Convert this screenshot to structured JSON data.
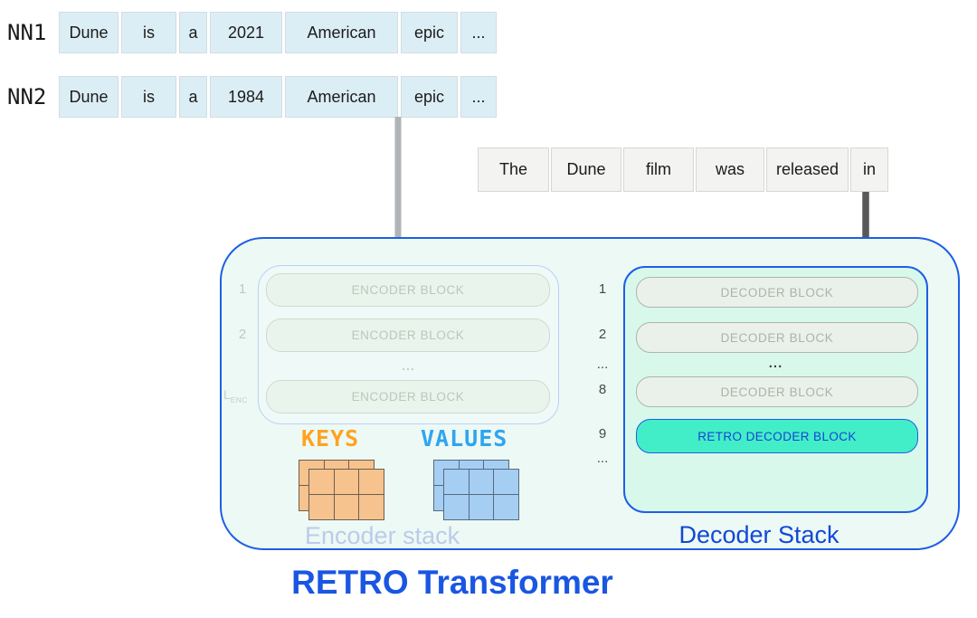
{
  "neighbors": {
    "rows": [
      {
        "label": "NN1",
        "tokens": [
          "Dune",
          "is",
          "a",
          "2021",
          "American",
          "epic",
          "..."
        ]
      },
      {
        "label": "NN2",
        "tokens": [
          "Dune",
          "is",
          "a",
          "1984",
          "American",
          "epic",
          "..."
        ]
      }
    ]
  },
  "query": {
    "tokens": [
      "The",
      "Dune",
      "film",
      "was",
      "released",
      "in"
    ]
  },
  "retro_box": {
    "title": "RETRO Transformer",
    "encoder": {
      "caption": "Encoder stack",
      "row_labels": [
        "1",
        "2"
      ],
      "last_label": {
        "base": "L",
        "sub": "ENC"
      },
      "block_label": "ENCODER BLOCK",
      "ellipsis": "...",
      "keys_label": "KEYS",
      "values_label": "VALUES"
    },
    "decoder": {
      "caption": "Decoder Stack",
      "row_labels": [
        "1",
        "2",
        "...",
        "8",
        "9",
        "..."
      ],
      "block_label": "DECODER BLOCK",
      "retro_block_label": "RETRO DECODER BLOCK",
      "ellipsis": "..."
    }
  },
  "colors": {
    "accent_blue": "#1c5fe6",
    "title_blue": "#1956e2",
    "retro_block_fill": "#42eec7",
    "decoder_box_fill": "#d9f8ec",
    "main_box_fill": "#edf9f4",
    "keys_orange": "#ffa320",
    "values_blue": "#2fa5f0",
    "keys_grid_fill": "#f6c28e",
    "values_grid_fill": "#a5cef2",
    "nn_cell_fill": "#dceef5",
    "query_cell_fill": "#f3f3f1",
    "gray_arrow": "#b1b4b6",
    "dark_arrow": "#56585a"
  }
}
